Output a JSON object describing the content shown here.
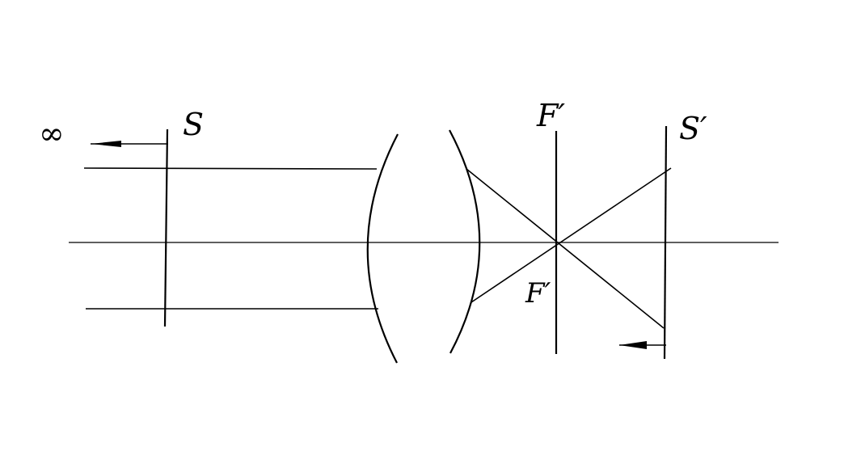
{
  "labels": {
    "infinity": "∞",
    "object_plane": "S",
    "focal_plane_top": "F′",
    "focal_point": "F′",
    "image_plane": "S′"
  },
  "colors": {
    "ink": "#000000",
    "background": "#ffffff"
  }
}
